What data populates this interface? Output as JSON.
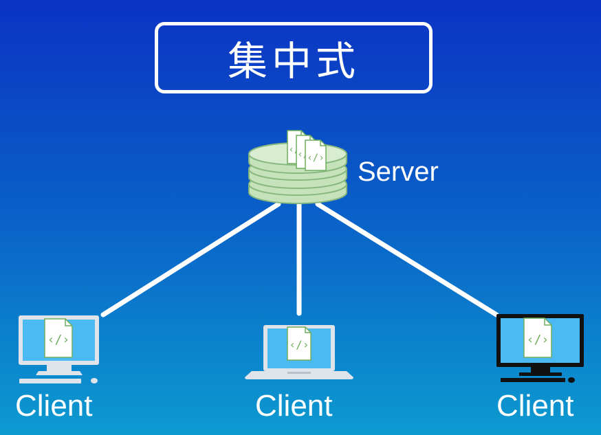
{
  "title": "集中式",
  "server": {
    "label": "Server"
  },
  "clients": [
    {
      "label": "Client",
      "device": "desktop-monitor-icon"
    },
    {
      "label": "Client",
      "device": "laptop-icon"
    },
    {
      "label": "Client",
      "device": "black-monitor-icon"
    }
  ],
  "file_icon": "code-file-icon",
  "colors": {
    "background_top": "#0b33c4",
    "background_bottom": "#0c9ad0",
    "server_fill": "#c5e2bb",
    "server_stroke": "#87b77e",
    "screen_fill": "#4bb9f2",
    "code_symbol": "#6fae5c",
    "link_line": "#ffffff"
  }
}
